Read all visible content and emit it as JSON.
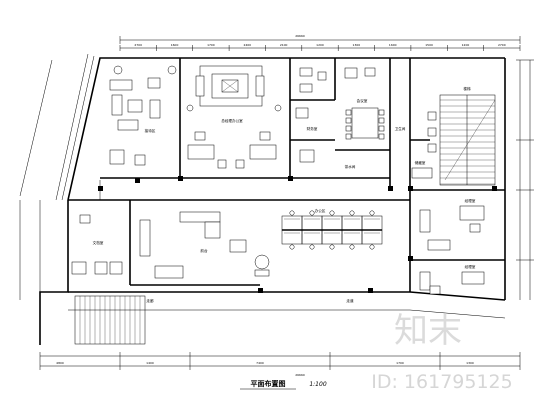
{
  "drawing": {
    "title": "平面布置图",
    "scale": "1:100",
    "overall_dimension": "26660",
    "top_dimensions": [
      "2700",
      "1600",
      "1700",
      "2400",
      "2100",
      "1200",
      "1300",
      "1600",
      "1500",
      "1200",
      "2700"
    ],
    "bottom_dimensions": [
      "26660",
      "4800",
      "1400",
      "7400",
      "1700",
      "1300"
    ]
  },
  "rooms": {
    "reception_lounge": "接待区",
    "general_manager": "总经理办公室",
    "meeting_room": "会议室",
    "finance": "财务室",
    "office_area": "办公区",
    "front_desk": "前台",
    "corridor": "走廊",
    "stair": "楼梯",
    "restroom": "卫生间",
    "manager_1": "经理室",
    "manager_2": "经理室",
    "storage": "储藏室",
    "tea_room": "茶水间",
    "archive": "文档室",
    "corridor_2": "走道"
  },
  "watermark": {
    "logo_text": "知末",
    "id_text": "ID: 161795125"
  }
}
